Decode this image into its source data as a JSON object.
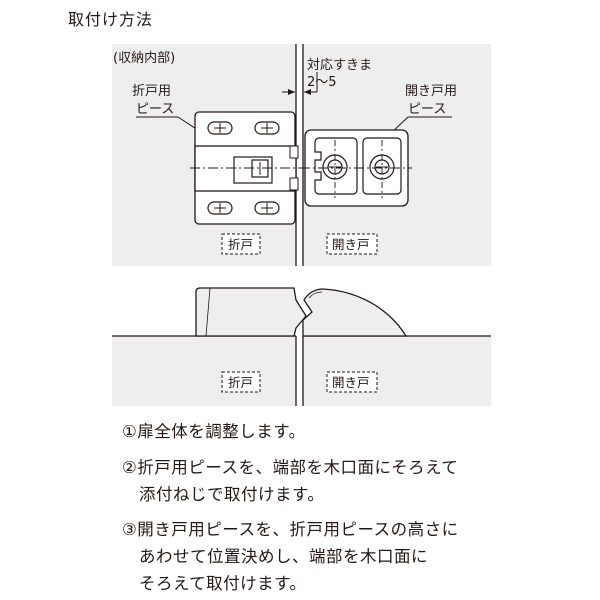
{
  "title": "取付け方法",
  "top_diagram": {
    "cabinet_label": "(収納内部)",
    "gap_label_line1": "対応すきま",
    "gap_label_line2": "2～5",
    "folding_piece_line1": "折戸用",
    "folding_piece_line2": "ピース",
    "opening_piece_line1": "開き戸用",
    "opening_piece_line2": "ピース",
    "folding_door_tag": "折戸",
    "opening_door_tag": "開き戸"
  },
  "bottom_diagram": {
    "folding_door_tag": "折戸",
    "opening_door_tag": "開き戸"
  },
  "steps": [
    {
      "lines": [
        "①扉全体を調整します。"
      ]
    },
    {
      "lines": [
        "②折戸用ピースを、端部を木口面にそろえて",
        "添付ねじで取付けます。"
      ]
    },
    {
      "lines": [
        "③開き戸用ピースを、折戸用ピースの高さに",
        "あわせて位置決めし、端部を木口面に",
        "そろえて取付けます。"
      ]
    }
  ],
  "colors": {
    "panel": "#eeeeee",
    "line": "#231815",
    "piece_fill": "#ffffff"
  }
}
